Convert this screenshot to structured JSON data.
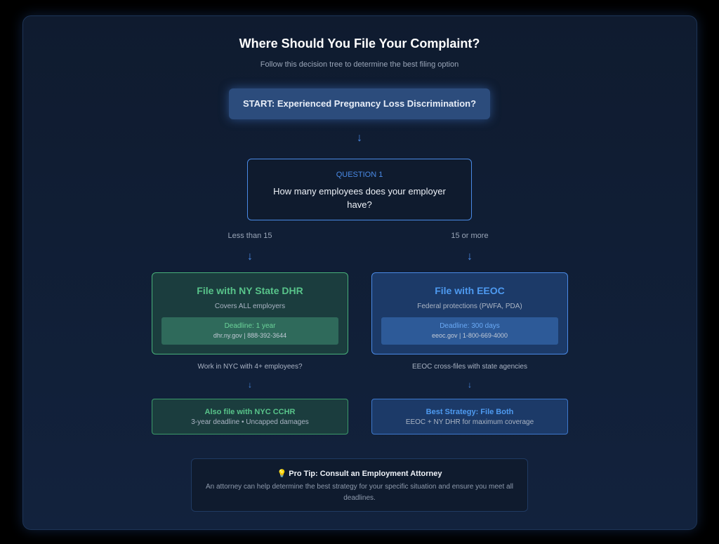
{
  "title": "Where Should You File Your Complaint?",
  "subtitle": "Follow this decision tree to determine the best filing option",
  "start": "START: Experienced Pregnancy Loss Discrimination?",
  "arrow": "↓",
  "question": {
    "label": "QUESTION 1",
    "text": "How many employees does your employer have?"
  },
  "branches": {
    "left": "Less than 15",
    "right": "15 or more"
  },
  "left_card": {
    "title": "File with NY State DHR",
    "desc": "Covers ALL employers",
    "deadline": "Deadline: 1 year",
    "contact": "dhr.ny.gov | 888-392-3644",
    "color": "#58c48a"
  },
  "right_card": {
    "title": "File with EEOC",
    "desc": "Federal protections (PWFA, PDA)",
    "deadline": "Deadline: 300 days",
    "contact": "eeoc.gov | 1-800-669-4000",
    "color": "#4e9af0"
  },
  "left_note": "Work in NYC with 4+ employees?",
  "right_note": "EEOC cross-files with state agencies",
  "left_small": {
    "title": "Also file with NYC CCHR",
    "sub": "3-year deadline • Uncapped damages"
  },
  "right_small": {
    "title": "Best Strategy: File Both",
    "sub": "EEOC + NY DHR for maximum coverage"
  },
  "tip": {
    "icon": "💡",
    "title": "Pro Tip: Consult an Employment Attorney",
    "text": "An attorney can help determine the best strategy for your specific situation and ensure you meet all deadlines."
  }
}
